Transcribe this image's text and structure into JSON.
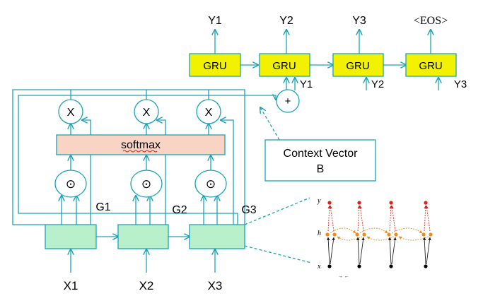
{
  "decoder": {
    "outputs": [
      "Y1",
      "Y2",
      "Y3",
      "<EOS>"
    ],
    "cell_label": "GRU",
    "feedback_inputs": [
      "Y1",
      "Y2",
      "Y3"
    ],
    "plus_symbol": "+"
  },
  "attention": {
    "mult_symbol": "X",
    "dot_symbol": "⊙",
    "softmax_label": "softmax"
  },
  "encoder": {
    "inputs": [
      "X1",
      "X2",
      "X3"
    ],
    "gate_labels": [
      "G1",
      "G2",
      "G3"
    ]
  },
  "context_box": {
    "line1": "Context Vector",
    "line2": "B"
  },
  "rnn_inset": {
    "y_label": "y",
    "h_label": "h",
    "x_label": "x",
    "footnote": "→ ←"
  },
  "colors": {
    "line": "#1aa3b8",
    "gru_fill": "#f2f200",
    "encoder_fill": "#b8f0cc",
    "softmax_fill": "#f9d3c4",
    "inset_red": "#e0201c",
    "inset_orange": "#f08c1c"
  }
}
